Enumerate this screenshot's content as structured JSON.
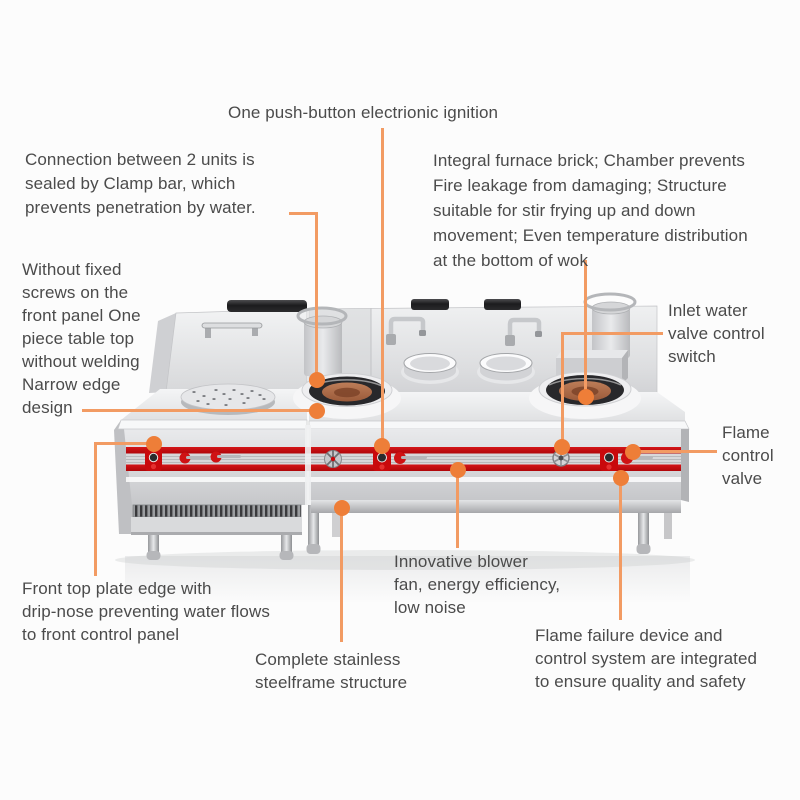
{
  "figure": {
    "alt": "stainless steel commercial double wok burner range with side steamer table, red control stripe and orange feature callouts"
  },
  "colors": {
    "background": "#fcfcfc",
    "callout_line": "#f29b63",
    "callout_dot": "#ee7e38",
    "stripe_red": "#c9090c",
    "text": "#4b4b4b",
    "steel_light": "#eceded",
    "steel_dark": "#b4b5b8",
    "wok_opening": "#28282b",
    "furnace_brick": "#b07050"
  },
  "callouts": {
    "ignition": {
      "lines": [
        "One push-button electrionic ignition"
      ]
    },
    "clamp_bar": {
      "lines": [
        "Connection between 2 units is",
        "sealed by Clamp bar, which",
        "prevents penetration by water."
      ]
    },
    "furnace_brick": {
      "lines": [
        "Integral furnace brick; Chamber prevents",
        "Fire leakage from damaging; Structure",
        "suitable for stir frying up and down",
        "movement; Even temperature distribution",
        "at the bottom of wok"
      ]
    },
    "table_top": {
      "lines": [
        "Without fixed",
        "screws on the",
        "front panel One",
        "piece table top",
        "without welding",
        "Narrow edge",
        "design"
      ]
    },
    "inlet_valve": {
      "lines": [
        "Inlet water",
        "valve control",
        "switch"
      ]
    },
    "flame_valve": {
      "lines": [
        "Flame",
        "control",
        "valve"
      ]
    },
    "drip_nose": {
      "lines": [
        "Front top plate edge with",
        "drip-nose preventing water flows",
        "to front control panel"
      ]
    },
    "steel_frame": {
      "lines": [
        "Complete stainless",
        "steelframe structure"
      ]
    },
    "blower_fan": {
      "lines": [
        "Innovative blower",
        "fan, energy efficiency,",
        "low noise"
      ]
    },
    "flame_failure": {
      "lines": [
        "Flame failure device and",
        "control system are integrated",
        "to ensure quality and safety"
      ]
    }
  }
}
